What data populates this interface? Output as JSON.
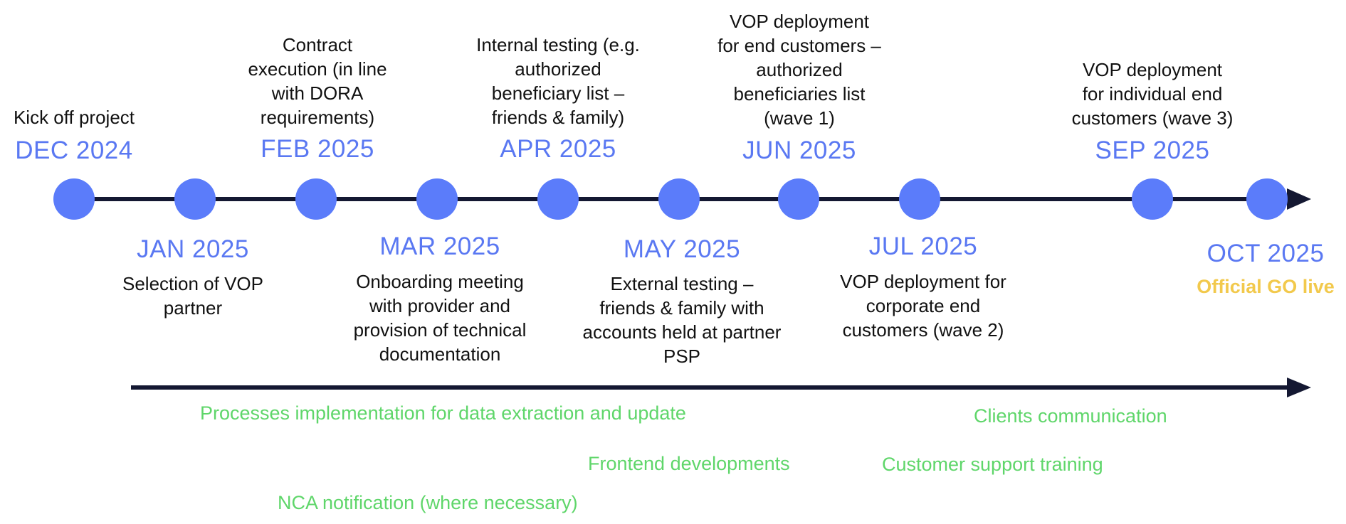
{
  "colors": {
    "dot": "#5B7CFA",
    "date_text": "#5A78F2",
    "description_text": "#111111",
    "axis_line": "#141832",
    "activity_text": "#5FD66A",
    "go_live_text": "#F2C94C"
  },
  "milestones_above": [
    {
      "date": "DEC 2024",
      "description": "Kick off project"
    },
    {
      "date": "FEB 2025",
      "description": "Contract\nexecution (in line\nwith DORA\nrequirements)"
    },
    {
      "date": "APR 2025",
      "description": "Internal testing (e.g.\nauthorized\nbeneficiary list –\nfriends & family)"
    },
    {
      "date": "JUN 2025",
      "description": "VOP deployment\nfor  end customers –\nauthorized\nbeneficiaries list\n(wave 1)"
    },
    {
      "date": "SEP 2025",
      "description": "VOP deployment\nfor  individual end\ncustomers (wave 3)"
    }
  ],
  "milestones_below": [
    {
      "date": "JAN 2025",
      "description": "Selection of VOP\npartner"
    },
    {
      "date": "MAR 2025",
      "description": "Onboarding meeting\nwith provider and\nprovision of technical\ndocumentation"
    },
    {
      "date": "MAY 2025",
      "description": "External testing –\nfriends & family with\naccounts held at partner\nPSP"
    },
    {
      "date": "JUL 2025",
      "description": "VOP deployment for\ncorporate end\ncustomers (wave 2)"
    },
    {
      "date": "OCT 2025",
      "description": "Official GO live"
    }
  ],
  "activities": [
    {
      "label": "Processes implementation for data extraction and update"
    },
    {
      "label": "Clients communication"
    },
    {
      "label": "Frontend developments"
    },
    {
      "label": "Customer support training"
    },
    {
      "label": "NCA notification (where necessary)"
    }
  ]
}
